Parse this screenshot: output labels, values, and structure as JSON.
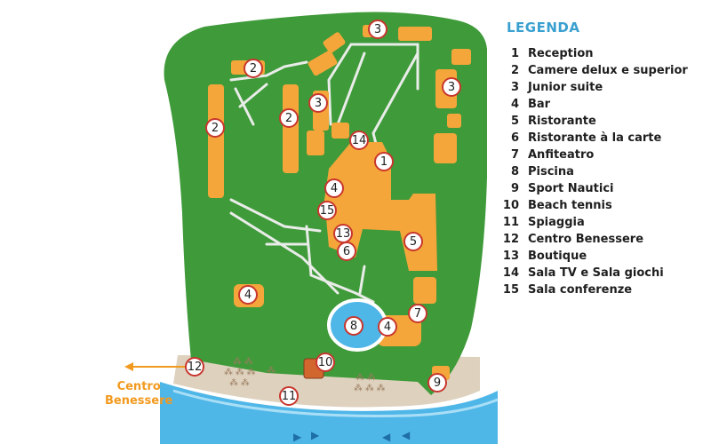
{
  "legend": {
    "title": "LEGENDA",
    "items": [
      {
        "num": "1",
        "label": "Reception"
      },
      {
        "num": "2",
        "label": "Camere delux e superior"
      },
      {
        "num": "3",
        "label": "Junior suite"
      },
      {
        "num": "4",
        "label": "Bar"
      },
      {
        "num": "5",
        "label": "Ristorante"
      },
      {
        "num": "6",
        "label": "Ristorante à la carte"
      },
      {
        "num": "7",
        "label": "Anfiteatro"
      },
      {
        "num": "8",
        "label": "Piscina"
      },
      {
        "num": "9",
        "label": "Sport Nautici"
      },
      {
        "num": "10",
        "label": "Beach tennis"
      },
      {
        "num": "11",
        "label": "Spiaggia"
      },
      {
        "num": "12",
        "label": "Centro Benessere"
      },
      {
        "num": "13",
        "label": "Boutique"
      },
      {
        "num": "14",
        "label": "Sala TV e Sala giochi"
      },
      {
        "num": "15",
        "label": "Sala conferenze"
      }
    ]
  },
  "arrow_label": {
    "line1": "Centro",
    "line2": "Benessere"
  },
  "markers": [
    "3",
    "2",
    "3",
    "2",
    "2",
    "3",
    "14",
    "1",
    "4",
    "15",
    "13",
    "6",
    "5",
    "4",
    "7",
    "8",
    "4",
    "10",
    "12",
    "11",
    "9"
  ],
  "colors": {
    "grass": "#3f9a3a",
    "building": "#f4a63a",
    "outline": "#c8362e",
    "sand": "#ded2bf",
    "sea": "#4fb6e8",
    "legend_title": "#3aa0d0",
    "arrow": "#f29a1f"
  }
}
